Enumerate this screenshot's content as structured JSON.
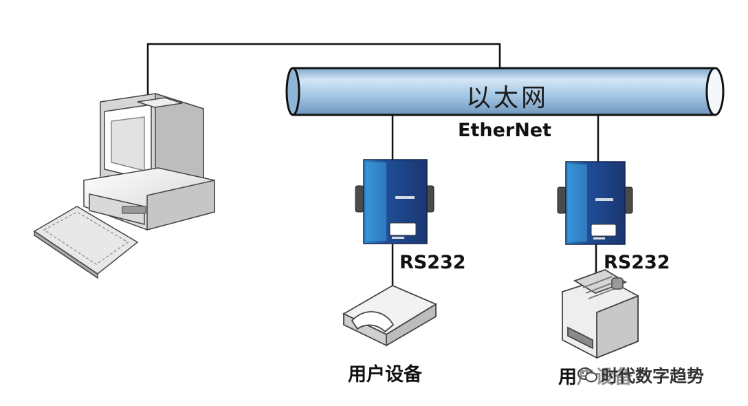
{
  "labels": {
    "pipe": "以太网",
    "ethernet": "EtherNet",
    "rs232_left": "RS232",
    "rs232_right": "RS232",
    "device_left": "用户设备",
    "device_right": "用户设备"
  },
  "watermark": {
    "icon": "wechat-icon",
    "text": "时代数字趋势"
  },
  "colors": {
    "pipe_fill": "#a9cbe6",
    "pipe_outline": "#000000",
    "server_blue": "#2a4f99"
  }
}
